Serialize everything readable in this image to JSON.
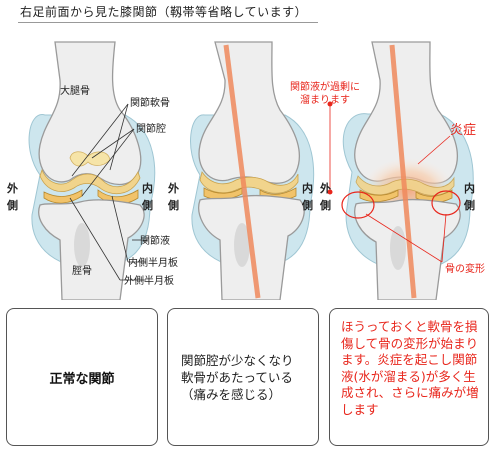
{
  "title": "右足前面から見た膝関節（靱帯等省略しています）",
  "labels": {
    "femur": "大腿骨",
    "cartilage": "関節軟骨",
    "joint_cavity": "関節腔",
    "outer_char": "外",
    "side_char": "側",
    "inner_char": "内",
    "synovial_fluid": "関節液",
    "medial_meniscus": "内側半月板",
    "lateral_meniscus": "外側半月板",
    "tibia": "脛骨",
    "excess_fluid_line1": "関節液が過剰に",
    "excess_fluid_line2": "溜まります",
    "inflammation": "炎症",
    "bone_deformity": "骨の変形"
  },
  "boxes": {
    "normal": "正常な関節",
    "narrow": "関節腔が少なくなり軟骨があたっている（痛みを感じる）",
    "inflamed": "ほうっておくと軟骨を損傷して骨の変形が始まります。炎症を起こし関節液(水が溜まる)が多く生成され、さらに痛みが増します"
  },
  "colors": {
    "bone": "#eeeeee",
    "bone_outline": "#9a9a9a",
    "capsule": "#cde6ee",
    "cartilage": "#f1d48c",
    "meniscus": "#f1c36a",
    "axis_line": "#f08a5d",
    "inflammation": "#f7b58a",
    "annotation_red": "#e8261c"
  }
}
